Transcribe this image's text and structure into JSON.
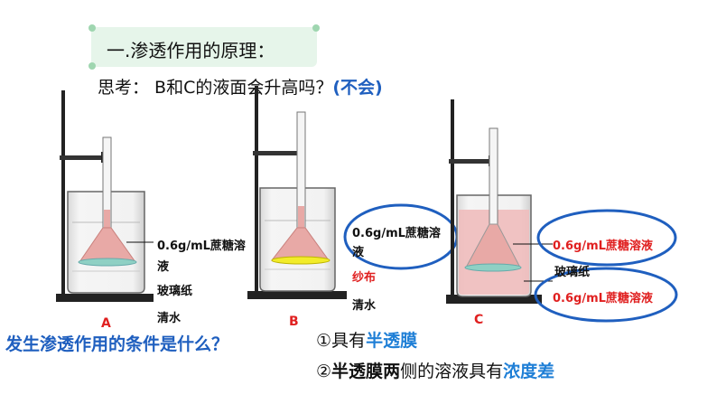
{
  "heading": "一.渗透作用的原理：",
  "question": {
    "prefix": "思考： B和C的液面会升高吗？",
    "answer": "(不会)"
  },
  "beakers": {
    "A": {
      "letter": "A",
      "labels": [
        "0.6g/mL蔗糖溶",
        "液",
        "玻璃纸",
        "清水"
      ]
    },
    "B": {
      "letter": "B",
      "labels": [
        "0.6g/mL蔗糖溶",
        "液",
        "纱布",
        "清水"
      ]
    },
    "C": {
      "letter": "C",
      "labels": [
        "0.6g/mL蔗糖溶液",
        "玻璃纸",
        "0.6g/mL蔗糖溶液"
      ]
    }
  },
  "condition_question": "发生渗透作用的条件是什么？",
  "conditions": [
    {
      "num": "①",
      "pre": "具有",
      "hl": "半透膜",
      "post": ""
    },
    {
      "num": "②",
      "pre": "半透膜",
      "bold": "两",
      "mid": "侧的溶液具有",
      "hl": "浓度差"
    }
  ],
  "colors": {
    "blue_text": "#1f5fbf",
    "red_text": "#e02020",
    "sucrose": "#e8a9a6",
    "oval": "#1f5fbf"
  }
}
